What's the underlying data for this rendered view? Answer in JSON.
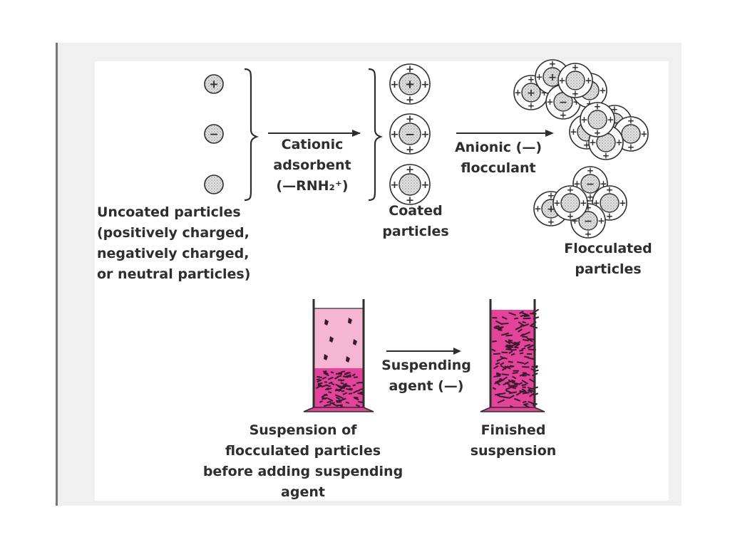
{
  "labels": {
    "cationic_adsorbent": "Cationic\nadsorbent\n(—RNH₂⁺)",
    "anionic_flocculant": "Anionic (—)\nflocculant",
    "uncoated_particles": "Uncoated particles\n(positively charged,\nnegatively charged,\nor neutral particles)",
    "coated_particles": "Coated\nparticles",
    "flocculated_particles": "Flocculated\nparticles",
    "suspending_agent": "Suspending\nagent (—)",
    "suspension_before": "Suspension of\nflocculated particles\nbefore adding suspending\nagent",
    "finished_suspension": "Finished\nsuspension"
  },
  "symbols": {
    "positive": "+",
    "negative": "−"
  },
  "colors": {
    "frame_bg": "#f0f0f0",
    "frame_border": "#777777",
    "ink": "#2e2e2e",
    "particle_fill": "#d9d9d9",
    "liquid_light": "#f4b6d3",
    "liquid_dark": "#e3449a",
    "speck": "#3a1830"
  },
  "icons": [
    "arrow-right-icon",
    "brace-icon",
    "particle-icon",
    "graduated-cylinder-icon"
  ]
}
